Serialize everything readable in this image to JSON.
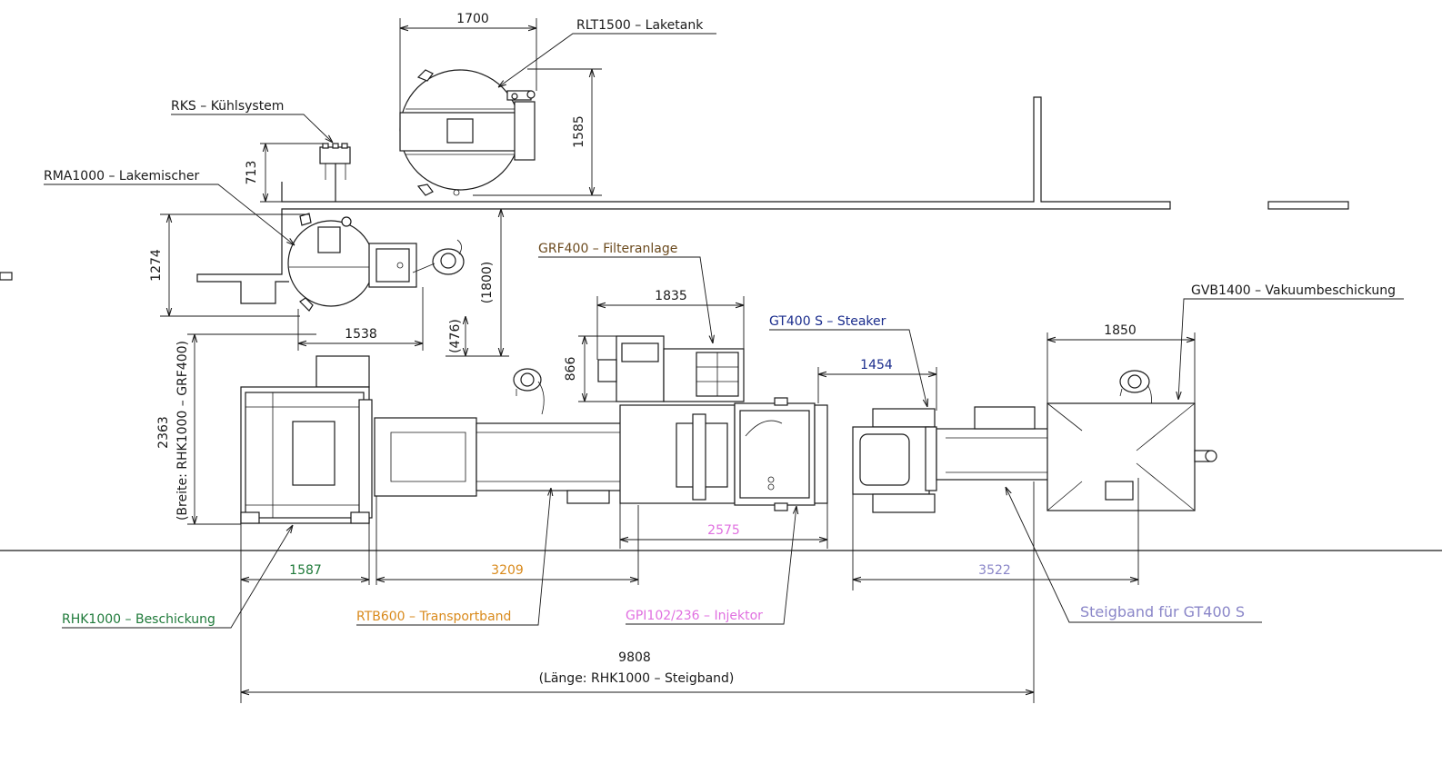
{
  "labels": {
    "rlt": "RLT1500 – Laketank",
    "rks": "RKS – Kühlsystem",
    "rma": "RMA1000 – Lakemischer",
    "grf": "GRF400 – Filteranlage",
    "gt400": "GT400 S – Steaker",
    "gvb": "GVB1400 – Vakuumbeschickung",
    "rhk": "RHK1000 – Beschickung",
    "rtb": "RTB600 – Transportband",
    "gpi": "GPI102/236 – Injektor",
    "steig": "Steigband für GT400 S"
  },
  "dims": {
    "d1700": "1700",
    "d1585": "1585",
    "d713": "713",
    "d1274": "1274",
    "d1538": "1538",
    "d476": "(476)",
    "d1800": "(1800)",
    "d1835": "1835",
    "d866": "866",
    "d1454": "1454",
    "d1850": "1850",
    "d2363": "2363",
    "d2363_note": "(Breite: RHK1000 – GRF400)",
    "d2575": "2575",
    "d1587": "1587",
    "d3209": "3209",
    "d3522": "3522",
    "d9808": "9808",
    "d9808_note": "(Länge: RHK1000 – Steigband)"
  },
  "colors": {
    "line": "#1a1a1a",
    "green": "#1f7a3a",
    "orange": "#d98a1c",
    "magenta": "#e070e0",
    "navy": "#1a2c8c",
    "brown": "#6b4a1e",
    "lavender": "#8a86c8"
  }
}
